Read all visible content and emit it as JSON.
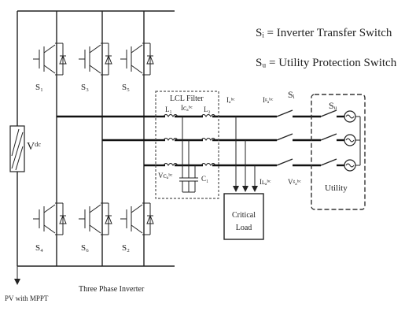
{
  "diagram": {
    "legend": {
      "si": "Sᵢ = Inverter Transfer Switch",
      "su": "Sᵤ = Utility Protection Switch"
    },
    "switches": [
      "S₁",
      "S₃",
      "S₅",
      "S₄",
      "S₆",
      "S₂"
    ],
    "dc_source": "Vᵈᶜ",
    "pv_label": "PV with MPPT",
    "inverter_label": "Three Phase Inverter",
    "lcl": {
      "title": "LCL Filter",
      "l_left": "L₁",
      "l_right": "L₂",
      "i_cap": "Iᴄₐᵇᶜ",
      "v_cap": "Vᴄₐᵇᶜ",
      "c": "C₁"
    },
    "currents": {
      "iabc": "Iₐᵇᶜ",
      "igabc": "Iᵍₐᵇᶜ",
      "ilabc": "Iʟₐᵇᶜ",
      "vgabc": "Vᵍₐᵇᶜ"
    },
    "si": "Sᵢ",
    "su": "Sᵤ",
    "load": {
      "line1": "Critical",
      "line2": "Load"
    },
    "utility": "Utility"
  }
}
